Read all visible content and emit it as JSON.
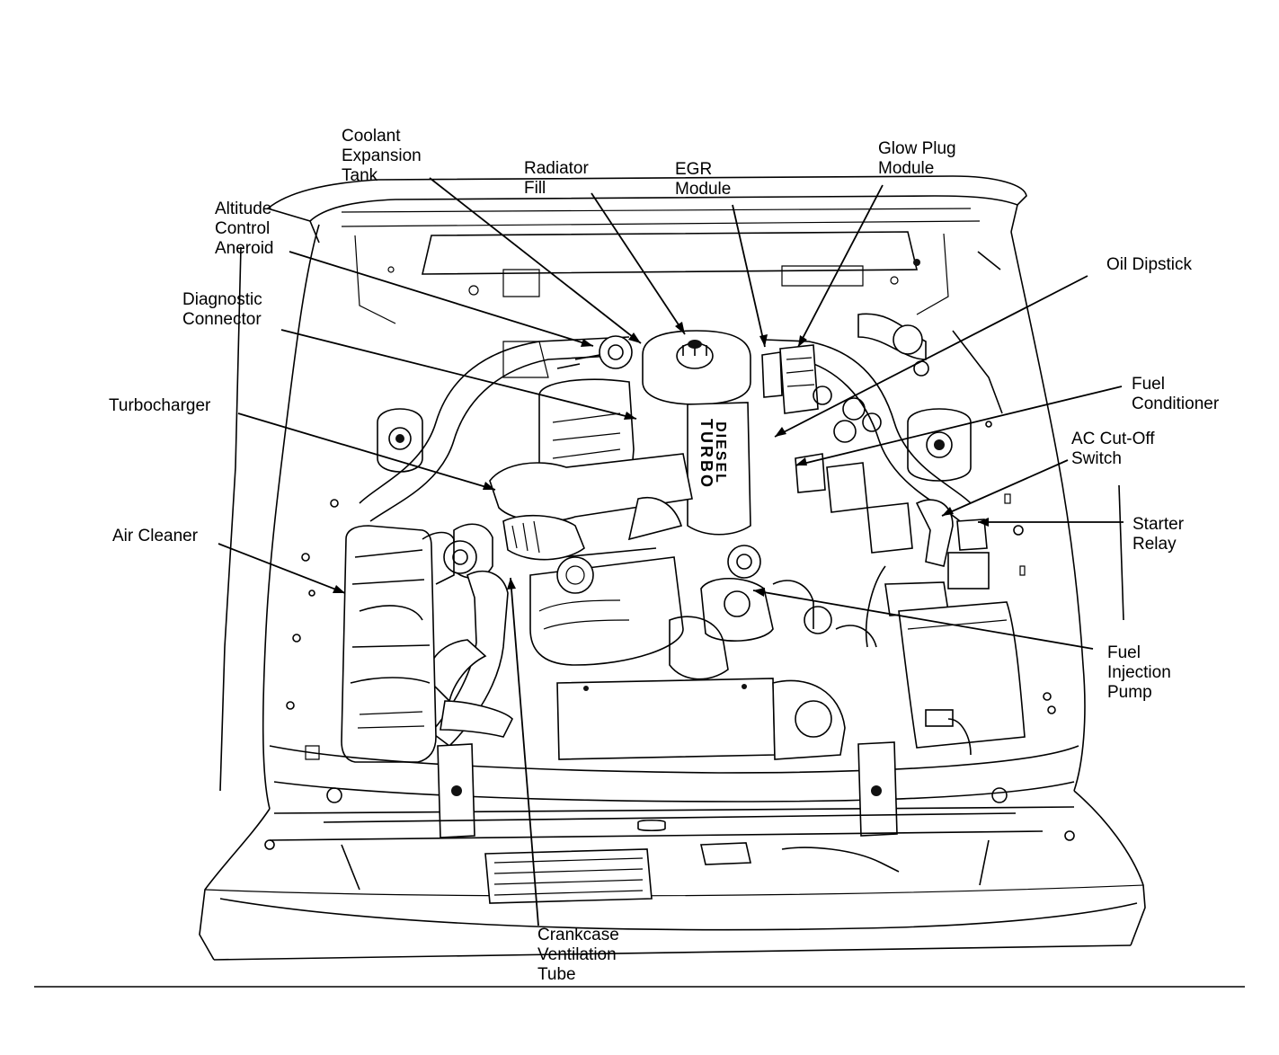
{
  "labels": {
    "coolant_expansion_tank": [
      "Coolant",
      "Expansion",
      "Tank"
    ],
    "radiator_fill": [
      "Radiator",
      "Fill"
    ],
    "egr_module": [
      "EGR",
      "Module"
    ],
    "glow_plug_module": [
      "Glow Plug",
      "Module"
    ],
    "altitude_control_aneroid": [
      "Altitude",
      "Control",
      "Aneroid"
    ],
    "oil_dipstick": [
      "Oil Dipstick"
    ],
    "diagnostic_connector": [
      "Diagnostic",
      "Connector"
    ],
    "fuel_conditioner": [
      "Fuel",
      "Conditioner"
    ],
    "turbocharger": [
      "Turbocharger"
    ],
    "ac_cutoff_switch": [
      "AC Cut-Off",
      "Switch"
    ],
    "starter_relay": [
      "Starter",
      "Relay"
    ],
    "air_cleaner": [
      "Air Cleaner"
    ],
    "fuel_injection_pump": [
      "Fuel",
      "Injection",
      "Pump"
    ],
    "crankcase_ventilation_tube": [
      "Crankcase",
      "Ventilation",
      "Tube"
    ]
  },
  "engine_cover_text": [
    "TURBO",
    "DIESEL"
  ],
  "colors": {
    "ink": "#000000",
    "paper": "#ffffff"
  }
}
